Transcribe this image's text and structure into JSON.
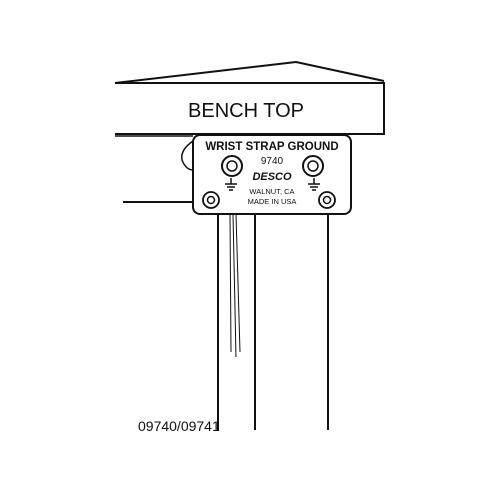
{
  "diagram": {
    "bench_label": "BENCH TOP",
    "plate": {
      "title": "WRIST STRAP GROUND",
      "model": "9740",
      "brand": "DESCO",
      "city": "WALNUT, CA",
      "origin": "MADE IN USA"
    },
    "part_number": "09740/09741"
  },
  "colors": {
    "line": "#111111",
    "background": "#ffffff"
  }
}
